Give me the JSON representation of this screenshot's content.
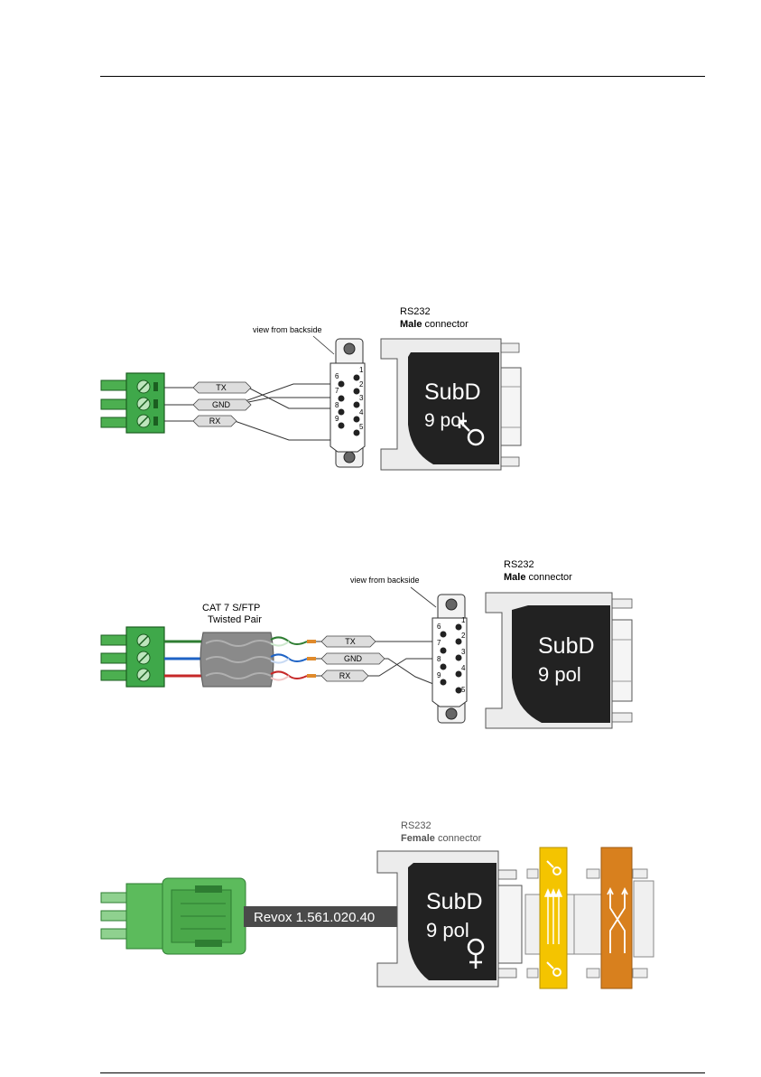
{
  "diagram1": {
    "view_label": "view from backside",
    "connector_std": "RS232",
    "connector_bold": "Male",
    "connector_suffix": " connector",
    "subd": "SubD",
    "pol": "9 pol",
    "wires": [
      "TX",
      "GND",
      "RX"
    ],
    "pins": [
      "1",
      "2",
      "3",
      "4",
      "5",
      "6",
      "7",
      "8",
      "9"
    ],
    "gender_symbol": "male-symbol-icon"
  },
  "diagram2": {
    "cable_line1": "CAT 7  S/FTP",
    "cable_line2": "Twisted Pair",
    "view_label": "view from backside",
    "connector_std": "RS232",
    "connector_bold": "Male",
    "connector_suffix": " connector",
    "subd": "SubD",
    "pol": "9 pol",
    "wires": [
      "TX",
      "GND",
      "RX"
    ],
    "pins": [
      "1",
      "2",
      "3",
      "4",
      "5",
      "6",
      "7",
      "8",
      "9"
    ]
  },
  "diagram3": {
    "cable_label": "Revox 1.561.020.40",
    "connector_std": "RS232",
    "connector_bold": "Female",
    "connector_suffix": " connector",
    "subd": "SubD",
    "pol": "9 pol",
    "gender_symbol": "female-symbol-icon",
    "adapter_colors": {
      "gender_changer": "#f4c400",
      "null_modem": "#d8801e"
    }
  }
}
